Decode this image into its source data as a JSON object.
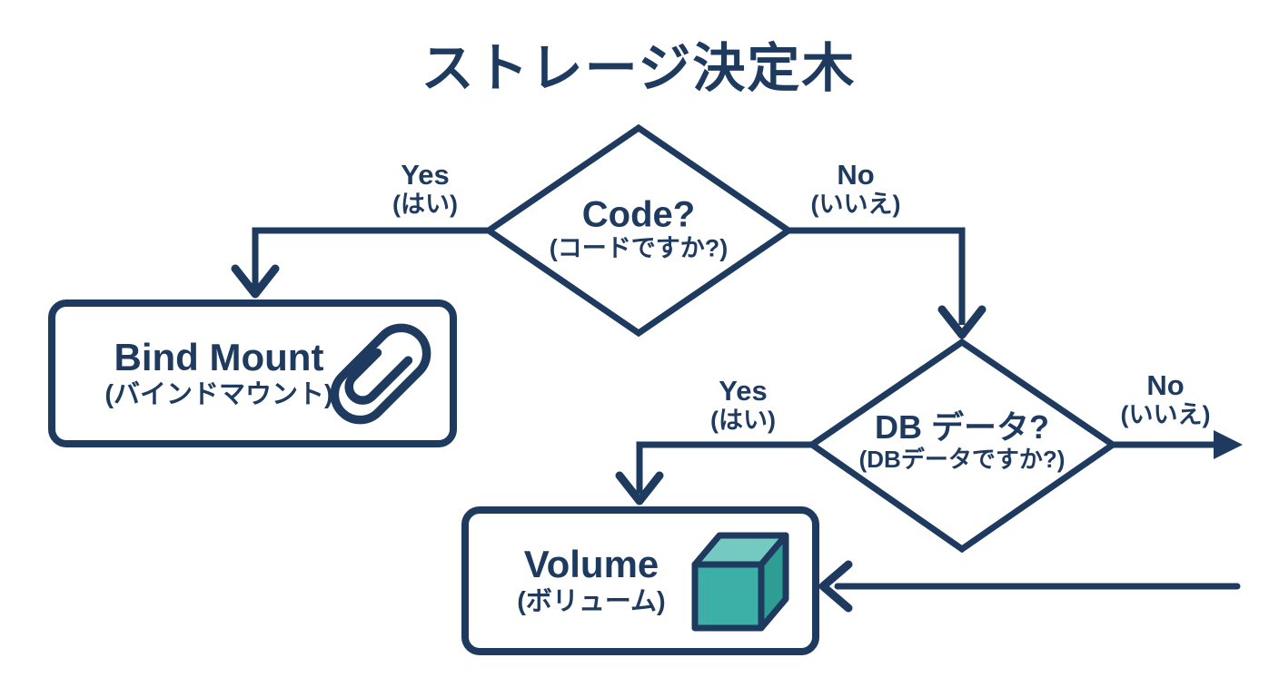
{
  "title": "ストレージ決定木",
  "colors": {
    "ink": "#1e3a5f",
    "background": "#ffffff",
    "cube_top": "#74c9c1",
    "cube_front": "#3cb0a7",
    "cube_side": "#2e9e95"
  },
  "decisions": [
    {
      "id": "code",
      "label": "Code?",
      "sublabel": "(コードですか?)"
    },
    {
      "id": "db-data",
      "label": "DB データ?",
      "sublabel": "(DBデータですか?)"
    }
  ],
  "results": [
    {
      "id": "bind-mount",
      "label": "Bind Mount",
      "sublabel": "(バインドマウント)",
      "icon": "paperclip-icon"
    },
    {
      "id": "volume",
      "label": "Volume",
      "sublabel": "(ボリューム)",
      "icon": "cube-icon"
    }
  ],
  "edges": {
    "code_yes": {
      "label": "Yes",
      "sublabel": "(はい)"
    },
    "code_no": {
      "label": "No",
      "sublabel": "(いいえ)"
    },
    "db_yes": {
      "label": "Yes",
      "sublabel": "(はい)"
    },
    "db_no": {
      "label": "No",
      "sublabel": "(いいえ)"
    }
  }
}
